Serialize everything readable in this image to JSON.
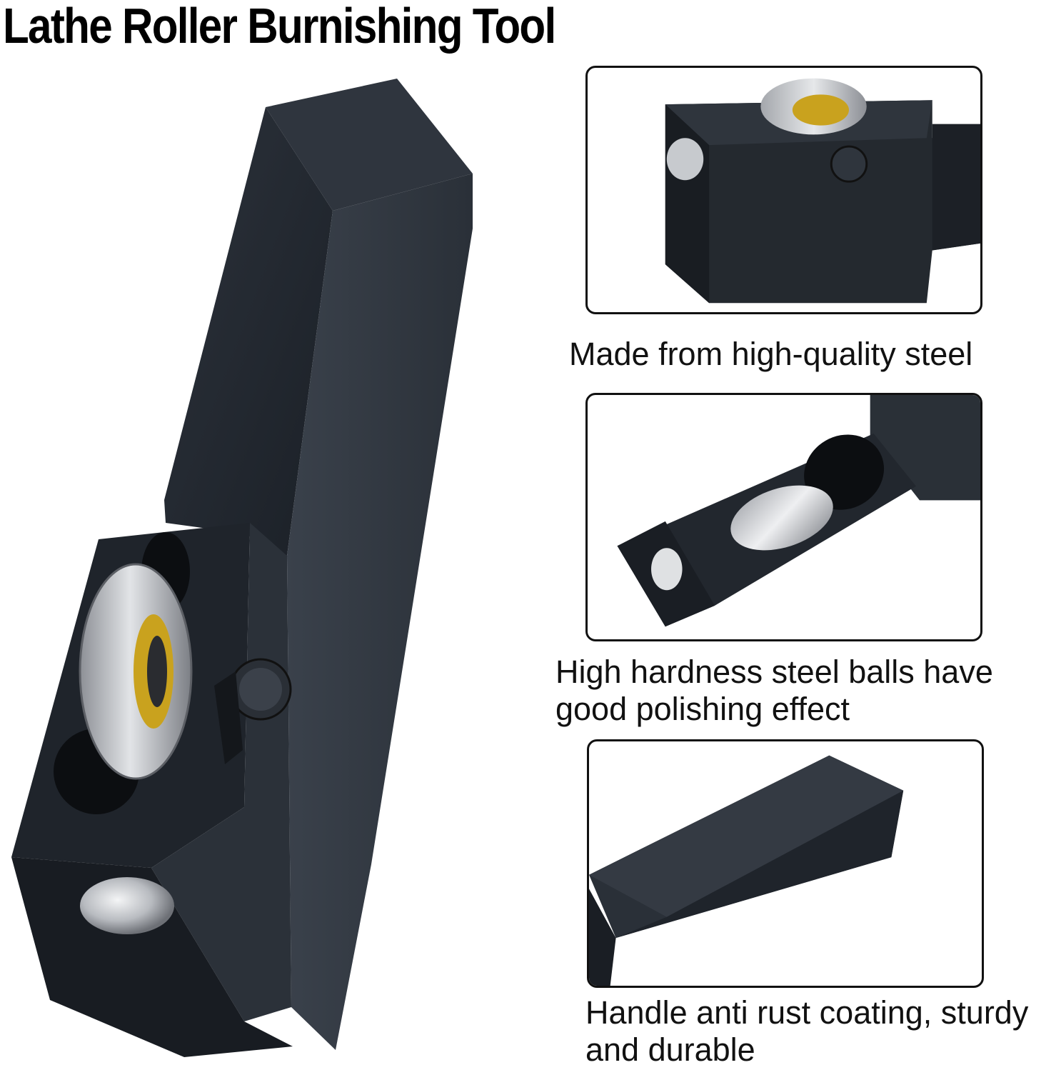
{
  "title": "Lathe Roller Burnishing Tool",
  "features": [
    {
      "caption": "Made from high-quality steel",
      "image": "roller-head-top-view"
    },
    {
      "caption": "High hardness steel balls have good polishing effect",
      "image": "roller-head-angled-view"
    },
    {
      "caption": "Handle anti rust coating, sturdy and durable",
      "image": "square-shank-handle"
    }
  ],
  "main_image": "lathe-roller-burnishing-tool",
  "colors": {
    "steel_black": "#1c2128",
    "steel_highlight": "#3a404a",
    "roller_silver": "#b9bcc2",
    "brass": "#c9a21e",
    "background": "#ffffff",
    "text": "#000000"
  }
}
